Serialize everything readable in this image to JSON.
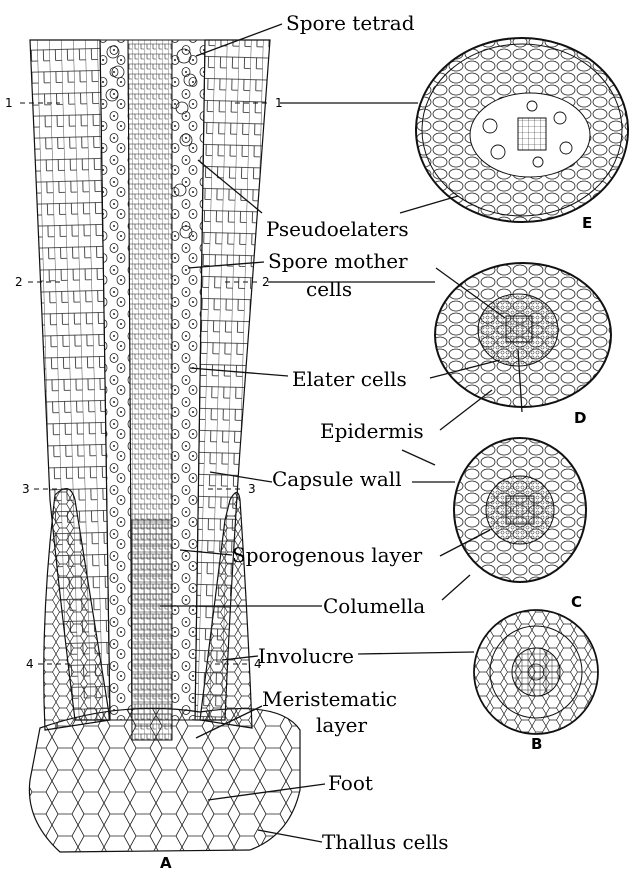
{
  "diagram": {
    "labels": {
      "spore_tetrad": "Spore tetrad",
      "pseudoelaters": "Pseudoelaters",
      "spore_mother_line1": "Spore mother",
      "spore_mother_line2": "cells",
      "elater_cells": "Elater cells",
      "epidermis": "Epidermis",
      "capsule_wall": "Capsule wall",
      "sporogenous_layer": "Sporogenous layer",
      "columella": "Columella",
      "involucre": "Involucre",
      "meristematic_line1": "Meristematic",
      "meristematic_line2": "layer",
      "foot": "Foot",
      "thallus_cells": "Thallus cells"
    },
    "section_markers": [
      "1",
      "2",
      "3",
      "4"
    ],
    "figure_letters": {
      "a": "A",
      "b": "B",
      "c": "C",
      "d": "D",
      "e": "E"
    }
  }
}
